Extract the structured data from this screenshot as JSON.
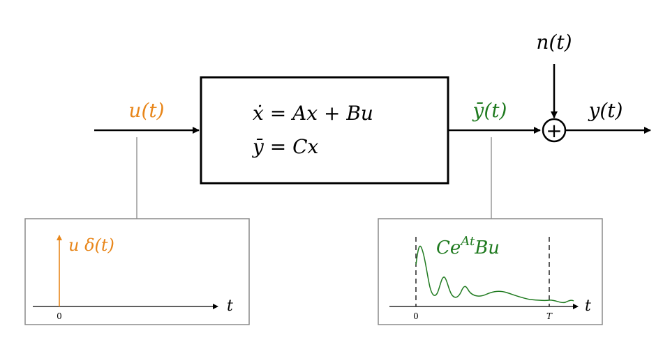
{
  "diagram": {
    "input_label": "u(t)",
    "system": {
      "state_equation": "ẋ = Ax + Bu",
      "output_equation": "ȳ = Cx"
    },
    "clean_output_label": "ȳ(t)",
    "noise_label": "n(t)",
    "output_label": "y(t)",
    "sum_symbol": "+",
    "colors": {
      "input": "#e8861a",
      "clean_output": "#1f7a1f",
      "lines": "#000000",
      "connector": "#999999",
      "inset_border": "#8a8a8a"
    }
  },
  "input_inset": {
    "impulse_label": "u δ(t)",
    "time_axis_label": "t",
    "origin_tick": "0"
  },
  "output_inset": {
    "response_label": "Ce^At Bu",
    "response_label_base": "Ce",
    "response_label_exponent": "At",
    "response_label_tail": "Bu",
    "time_axis_label": "t",
    "origin_tick": "0",
    "end_tick": "T"
  }
}
